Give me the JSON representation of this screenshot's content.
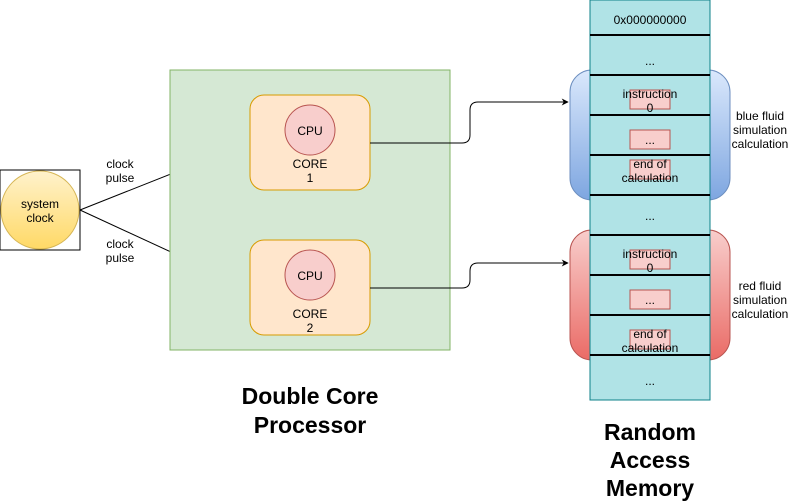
{
  "clock": {
    "label_line1": "system",
    "label_line2": "clock",
    "pulse_top_line1": "clock",
    "pulse_top_line2": "pulse",
    "pulse_bottom_line1": "clock",
    "pulse_bottom_line2": "pulse"
  },
  "processor": {
    "title_line1": "Double Core",
    "title_line2": "Processor",
    "cores": [
      {
        "cpu_label": "CPU",
        "name": "CORE",
        "number": "1"
      },
      {
        "cpu_label": "CPU",
        "name": "CORE",
        "number": "2"
      }
    ]
  },
  "memory": {
    "title_line1": "Random",
    "title_line2": "Access",
    "title_line3": "Memory",
    "address": "0x000000000",
    "ellipsis": "...",
    "blue_segment": {
      "label_line1": "blue fluid",
      "label_line2": "simulation",
      "label_line3": "calculation",
      "instr_line1": "instruction",
      "instr_line2": "0",
      "mid": "...",
      "end_line1": "end of",
      "end_line2": "calculation"
    },
    "red_segment": {
      "label_line1": "red fluid",
      "label_line2": "simulation",
      "label_line3": "calculation",
      "instr_line1": "instruction",
      "instr_line2": "0",
      "mid": "...",
      "end_line1": "end of",
      "end_line2": "calculation"
    }
  },
  "colors": {
    "processor_fill": "#d5e8d4",
    "processor_stroke": "#82b366",
    "core_fill": "#ffe6cc",
    "core_stroke": "#d79b00",
    "cpu_fill": "#f8cecc",
    "cpu_stroke": "#b85450",
    "memory_fill": "#b0e3e6",
    "clock_fill": "#ffe680",
    "clock_stroke": "#d6b656",
    "blue_band_top": "#dae8fc",
    "blue_band_bottom": "#7ea6e0",
    "red_band_top": "#f8cecc",
    "red_band_bottom": "#ea6b66"
  }
}
